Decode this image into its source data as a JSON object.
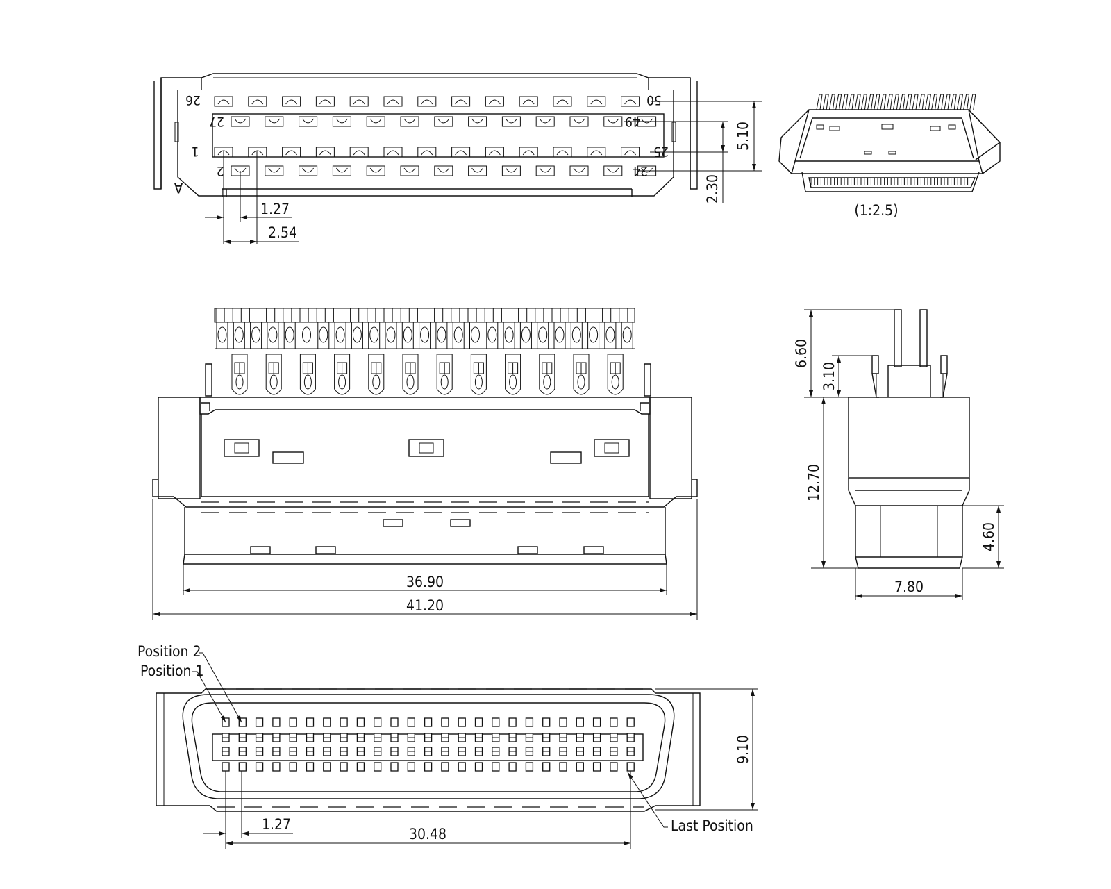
{
  "dimensions": {
    "pitch_1": "1.27",
    "pitch_2": "2.54",
    "row_spacing": "5.10",
    "offset": "2.30",
    "inner_width": "36.90",
    "outer_width": "41.20",
    "tail_length": "6.60",
    "tail_short": "3.10",
    "body_height": "12.70",
    "plug_height": "4.60",
    "depth": "7.80",
    "face_height": "9.10",
    "face_pitch": "1.27",
    "face_span": "30.48"
  },
  "pin_labels": {
    "p26": "26",
    "p50": "50",
    "p27": "27",
    "p49": "49",
    "p1": "1",
    "p25": "25",
    "p2": "2",
    "p24": "24"
  },
  "marker": "A",
  "scale_note": "(1:2.5)",
  "callouts": {
    "position_1": "Position 1",
    "position_2": "Position 2",
    "last_position": "Last Position"
  }
}
